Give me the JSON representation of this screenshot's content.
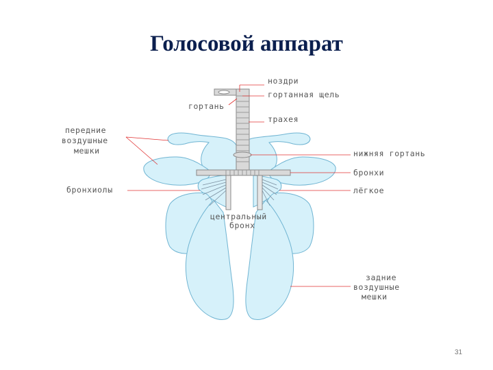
{
  "slide": {
    "title": "Голосовой аппарат",
    "page_number": "31"
  },
  "diagram": {
    "labels": {
      "nostrils": "ноздри",
      "glottis": "гортанная щель",
      "larynx": "гортань",
      "trachea": "трахея",
      "anterior_sacs": [
        "передние",
        "воздушные",
        "мешки"
      ],
      "lower_larynx": "нижняя гортань",
      "bronchi": "бронхи",
      "bronchioles": "бронхиолы",
      "lung": "лёгкое",
      "central_bronchus": [
        "центральный",
        "бронх"
      ],
      "posterior_sacs": [
        "задние",
        "воздушные",
        "мешки"
      ]
    },
    "colors": {
      "sac_fill": "#d6f1fa",
      "sac_stroke": "#6fb4d2",
      "trachea_fill": "#d9d9d9",
      "trachea_stroke": "#888888",
      "leader_line": "#e03030",
      "title": "#0b1f4e"
    }
  }
}
